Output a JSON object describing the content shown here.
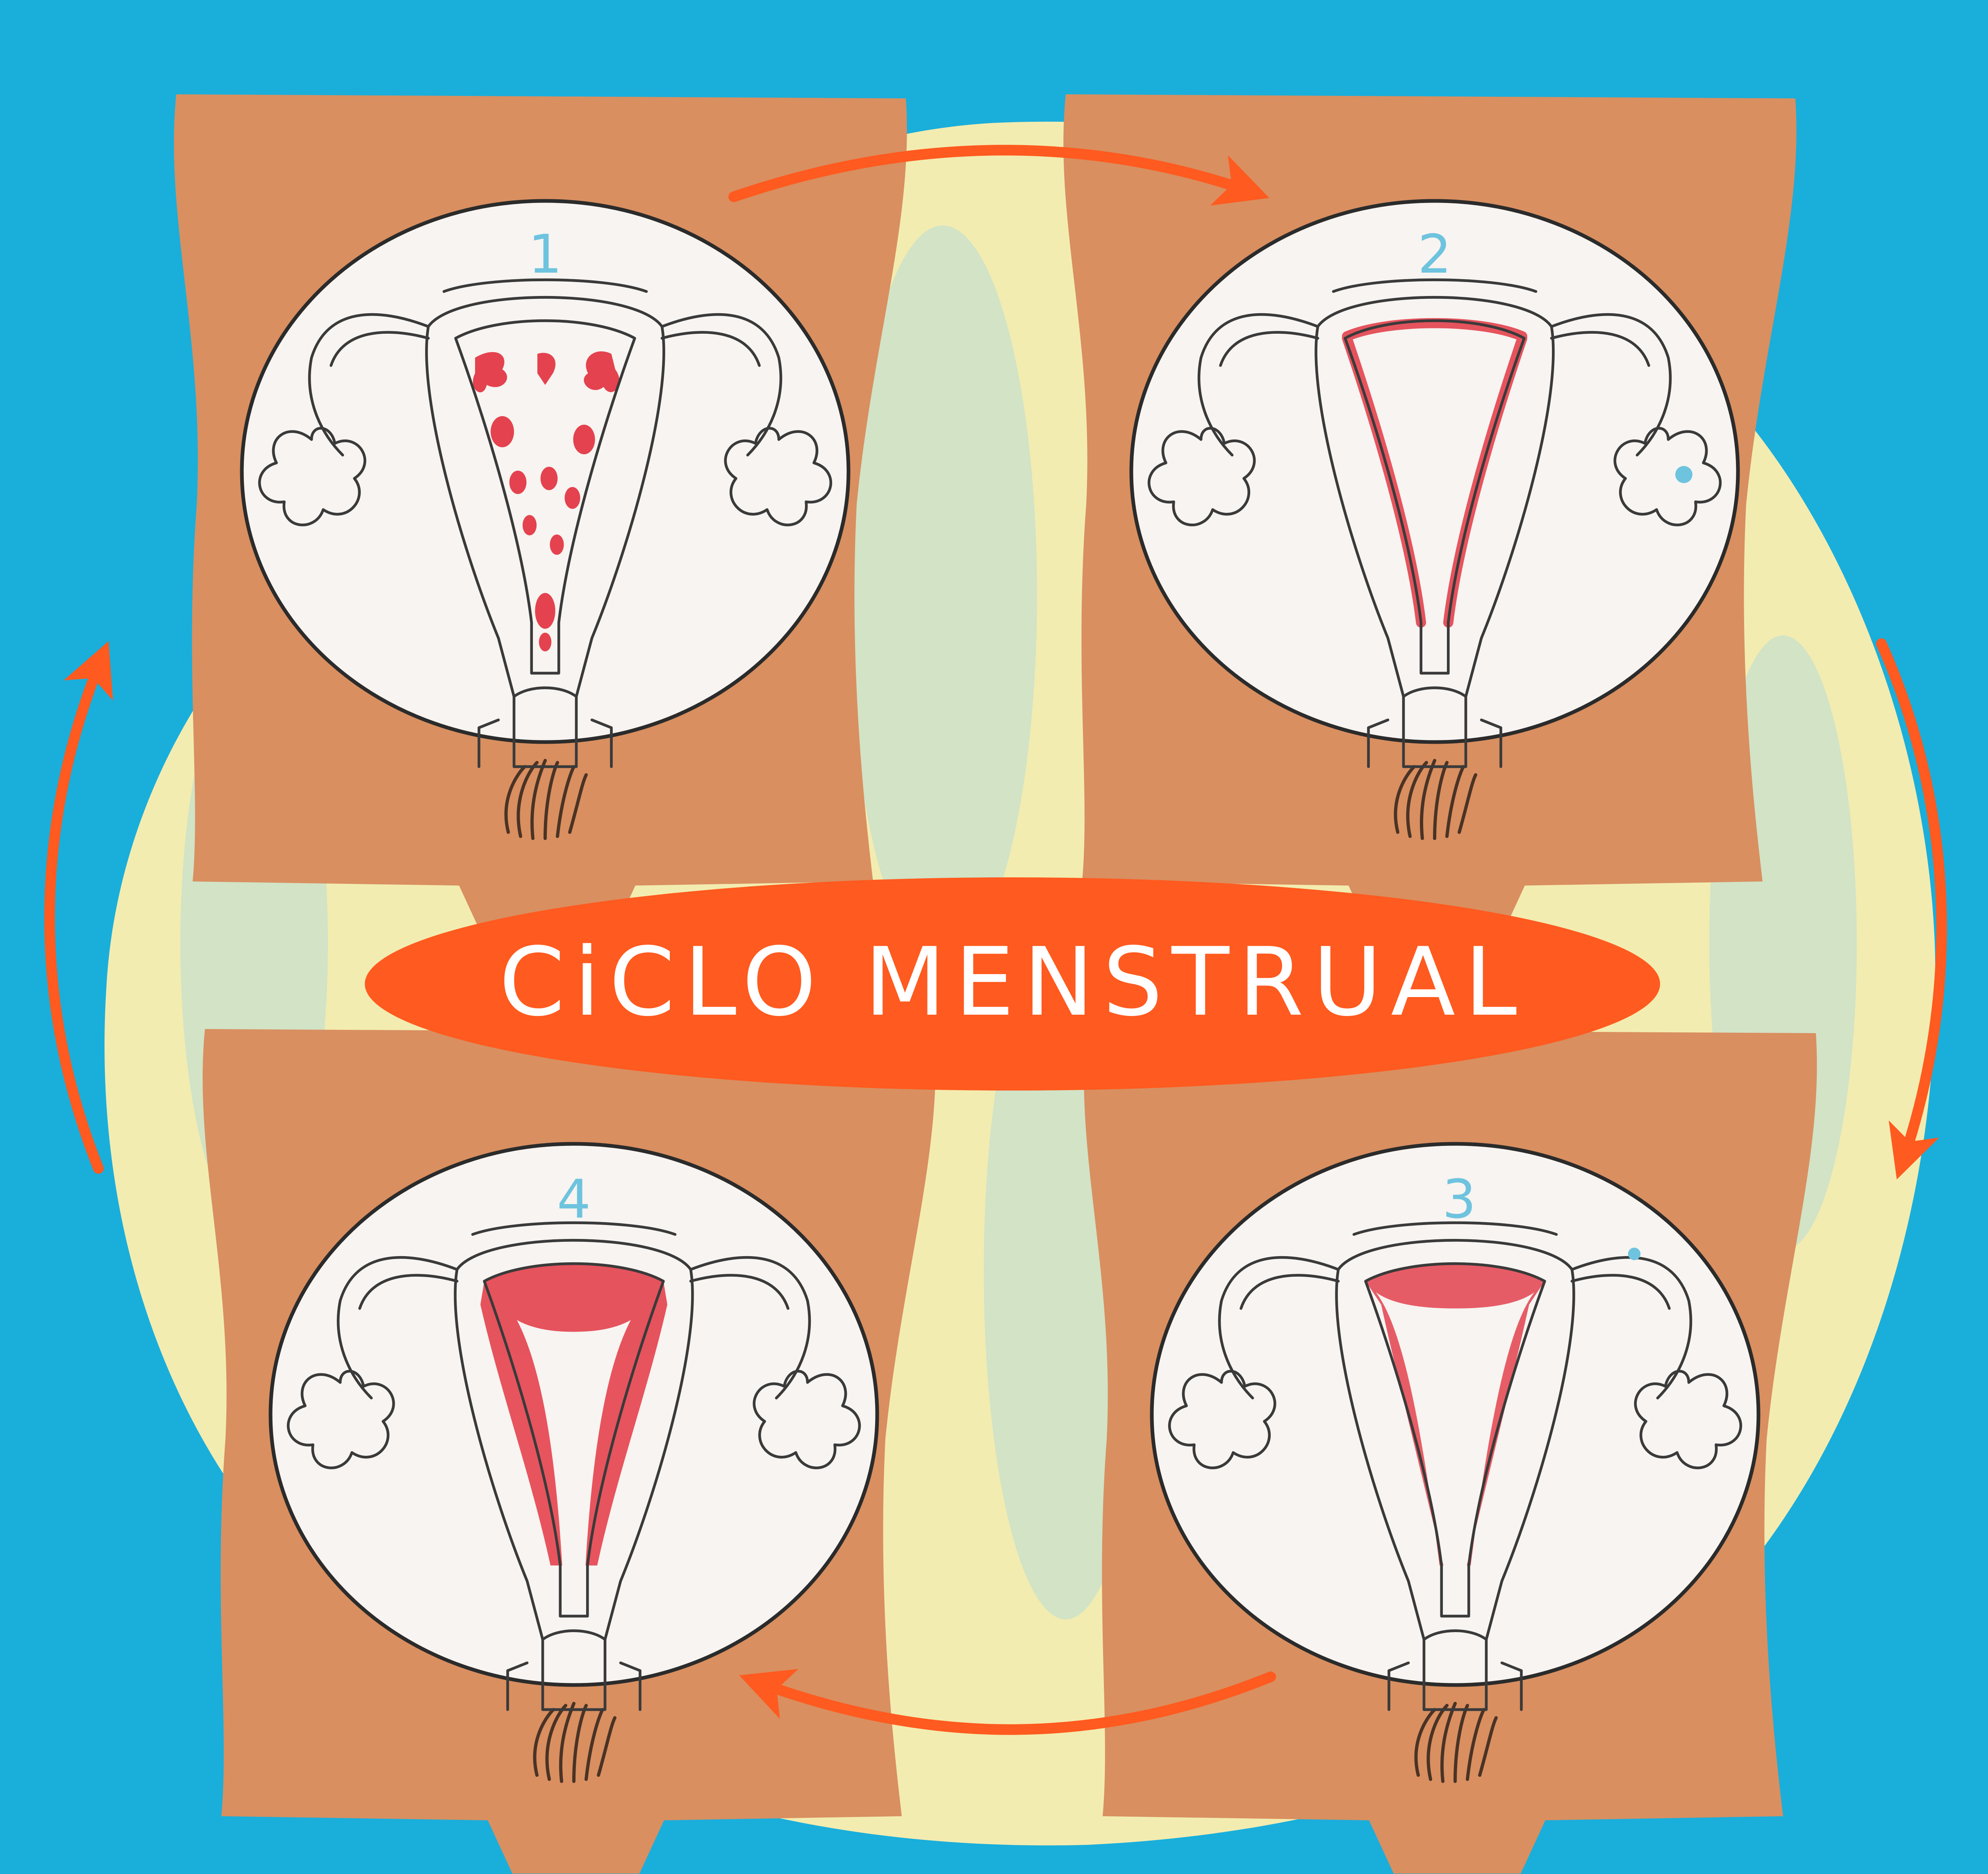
{
  "title": "CiCLO MENSTRUAL",
  "colors": {
    "background": "#1aaedb",
    "halo": "#f3ecb0",
    "skin": "#d98f60",
    "accent": "#ff5a1f",
    "number": "#6ec3de",
    "tissue": "#e4424e"
  },
  "stages": [
    {
      "number": "1"
    },
    {
      "number": "2"
    },
    {
      "number": "3"
    },
    {
      "number": "4"
    }
  ],
  "arrows": [
    "arrow-1-to-2",
    "arrow-2-to-3",
    "arrow-3-to-4",
    "arrow-4-to-1"
  ]
}
